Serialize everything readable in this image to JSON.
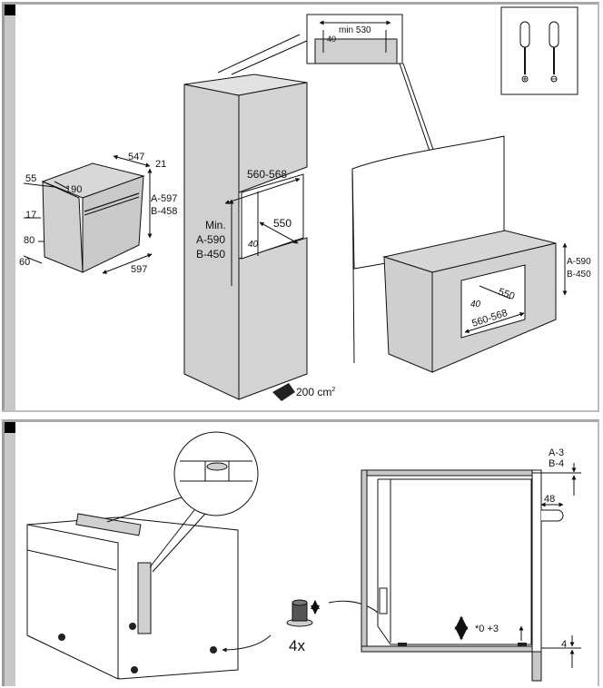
{
  "panels": [
    {
      "id": "dimensions-and-niches",
      "oven_dimensions": {
        "depth_total": "547",
        "front_overhang": "21",
        "side_offset": "55",
        "side_inset": "190",
        "front_left": "17",
        "bottom_height": "80",
        "foot_offset": "60",
        "width": "597",
        "height_a": "A-597",
        "height_b": "B-458"
      },
      "tall_cabinet": {
        "niche_width": "560-568",
        "niche_depth": "550",
        "back_gap": "40",
        "min_label": "Min.",
        "min_height_a": "A-590",
        "min_height_b": "B-450",
        "ventilation": "200 cm",
        "ventilation_sup": "2"
      },
      "top_detail": {
        "min_width": "min 530",
        "gap": "40"
      },
      "tools": {
        "items": [
          "phillips-screwdriver",
          "flat-screwdriver"
        ]
      },
      "under_counter": {
        "height_a": "A-590",
        "height_b": "B-450",
        "niche_depth": "550",
        "back_gap": "40",
        "niche_width": "560-568"
      }
    },
    {
      "id": "leveling-and-fitting",
      "adjustable_feet": {
        "quantity": "4x"
      },
      "side_section": {
        "top_gap_a": "A-3",
        "top_gap_b": "B-4",
        "handle_depth": "48",
        "foot_adjust": "*0 +3",
        "bottom_gap": "4"
      }
    }
  ],
  "colors": {
    "panel_gray": "#d4d4d4",
    "side_strip": "#c8c8c8",
    "line": "#1a1a1a",
    "marker": "#000000"
  }
}
